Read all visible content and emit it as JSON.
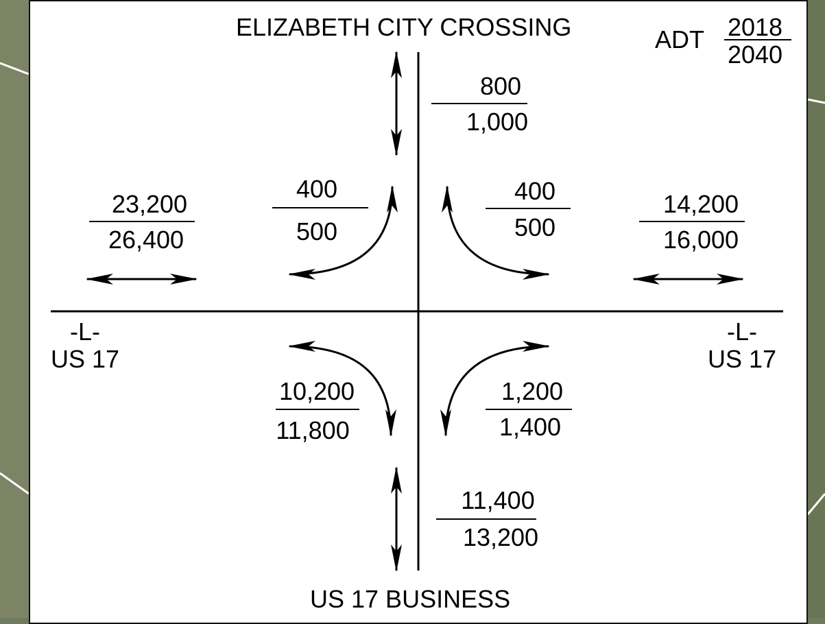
{
  "colors": {
    "background": "#6f7a5e",
    "panel": "#ffffff",
    "ink": "#000000"
  },
  "titles": {
    "north": "ELIZABETH CITY CROSSING",
    "south": "US 17 BUSINESS",
    "west_line": "-L-",
    "west_road": "US 17",
    "east_line": "-L-",
    "east_road": "US 17"
  },
  "legend": {
    "label": "ADT",
    "top_year": "2018",
    "bottom_year": "2040"
  },
  "volumes": {
    "north_leg": {
      "y2018": "800",
      "y2040": "1,000"
    },
    "west_leg": {
      "y2018": "23,200",
      "y2040": "26,400"
    },
    "east_leg": {
      "y2018": "14,200",
      "y2040": "16,000"
    },
    "south_leg": {
      "y2018": "11,400",
      "y2040": "13,200"
    },
    "nw_turn": {
      "y2018": "400",
      "y2040": "500"
    },
    "ne_turn": {
      "y2018": "400",
      "y2040": "500"
    },
    "sw_turn": {
      "y2018": "10,200",
      "y2040": "11,800"
    },
    "se_turn": {
      "y2018": "1,200",
      "y2040": "1,400"
    }
  }
}
